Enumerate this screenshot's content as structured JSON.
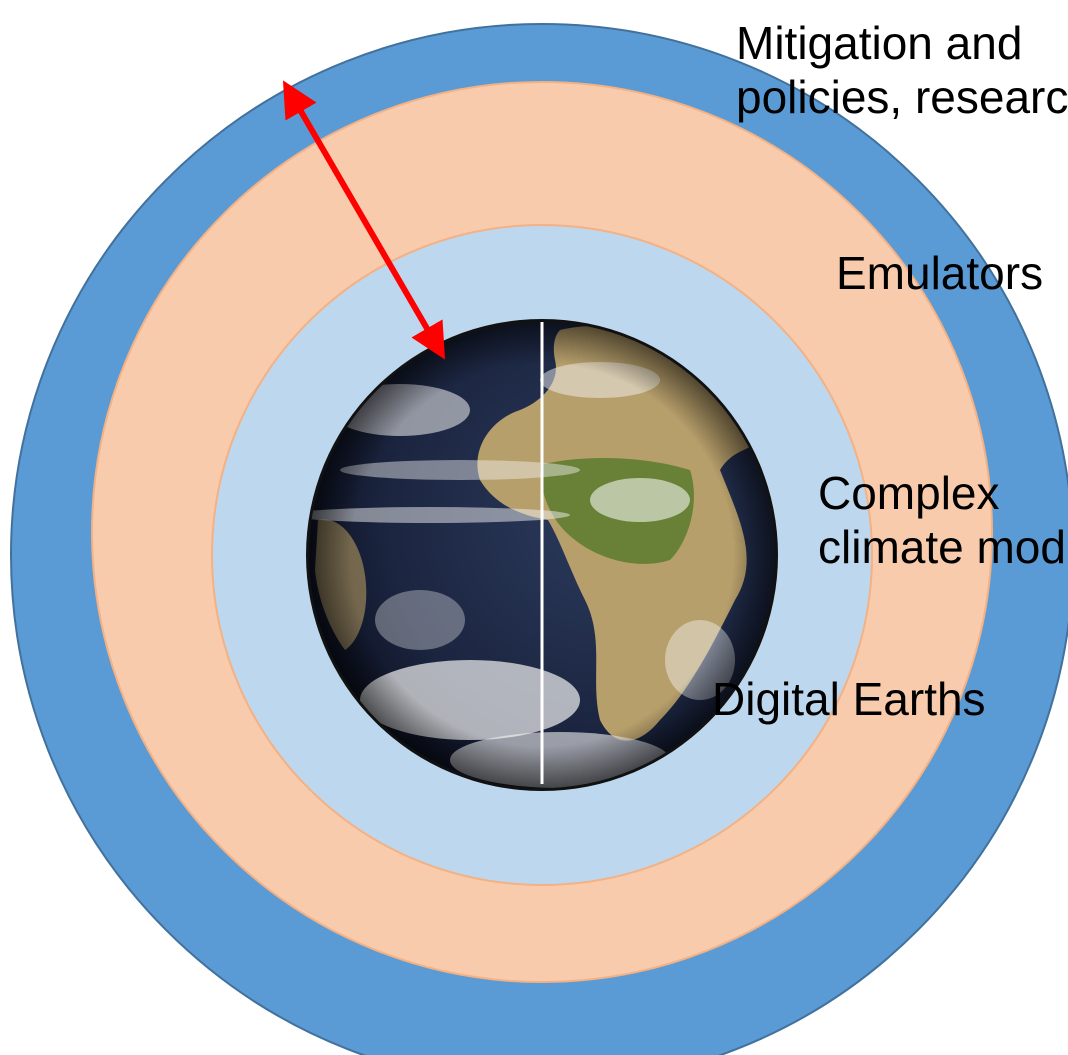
{
  "labels": {
    "outer_line1": "Mitigation and",
    "outer_line2": "policies, research",
    "emulators": "Emulators",
    "complex_line1": "Complex",
    "complex_line2": "climate models",
    "digital_earths": "Digital Earths"
  },
  "colors": {
    "outer_ring": "#5B9BD5",
    "outer_ring_stroke": "#41719C",
    "middle_ring": "#F8CBAD",
    "middle_ring_stroke": "#F4B183",
    "inner_ring": "#BDD7EE",
    "arrow": "#FF0000",
    "ocean": "#1F2B45",
    "land": "#B79F6B",
    "vegetation": "#5C7A2E",
    "cloud": "#F2F2F2"
  },
  "icons": {
    "globe": "earth-globe-icon",
    "arrow": "double-headed-arrow-icon"
  }
}
